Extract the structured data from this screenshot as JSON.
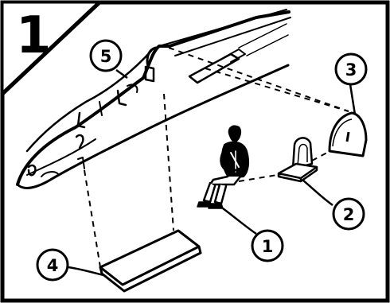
{
  "step_number": "1",
  "callouts": {
    "c1": "1",
    "c2": "2",
    "c3": "3",
    "c4": "4",
    "c5": "5"
  },
  "parts": [
    {
      "label": "1",
      "icon": "pilot-figure"
    },
    {
      "label": "2",
      "icon": "ejection-seat"
    },
    {
      "label": "3",
      "icon": "rear-bulkhead"
    },
    {
      "label": "4",
      "icon": "cockpit-floor"
    },
    {
      "label": "5",
      "icon": "fuselage-half"
    }
  ],
  "colors": {
    "ink": "#000000",
    "paper": "#ffffff"
  }
}
